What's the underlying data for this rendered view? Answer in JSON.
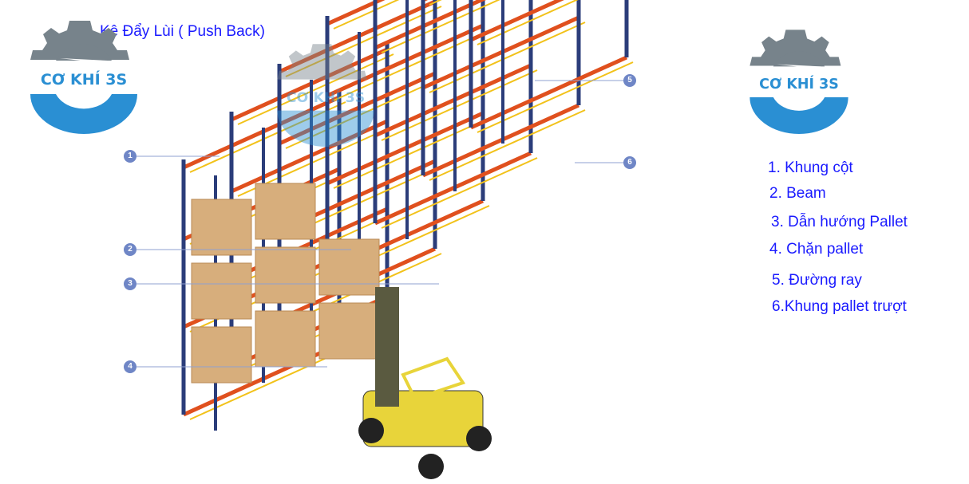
{
  "title": "Kệ Đẩy Lùi ( Push Back)",
  "logo": {
    "text": "CƠ KHÍ 3S",
    "gear_color": "#77838b",
    "blue": "#2a8fd3"
  },
  "legend": [
    "1. Khung cột",
    "2. Beam",
    "3. Dẫn hướng Pallet",
    "4. Chặn pallet",
    "5. Đường ray",
    "6.Khung pallet trượt"
  ],
  "callouts": [
    "1",
    "2",
    "3",
    "4",
    "5",
    "6"
  ],
  "colors": {
    "upright": "#2b3d7a",
    "beam": "#e0501e",
    "rail": "#f2c21a",
    "box": "#d7ae7c",
    "forklift": "#e8d43a",
    "text": "#1a1aff"
  }
}
